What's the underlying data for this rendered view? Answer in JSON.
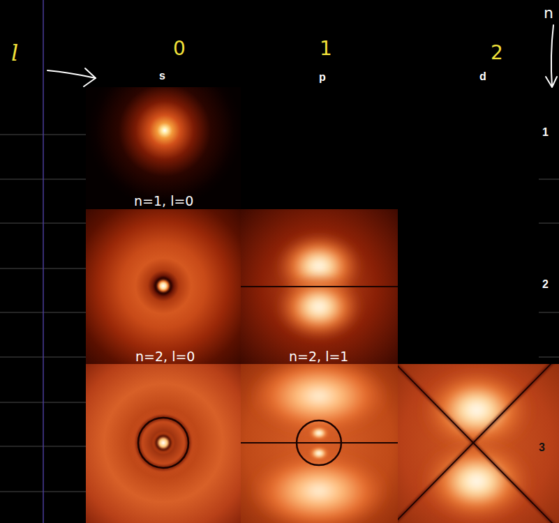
{
  "diagram": {
    "labels": [
      "l",
      "0",
      "1",
      "2",
      "n",
      "s",
      "p",
      "d",
      "1",
      "n=1, l=0",
      "2",
      "n=2, l=0",
      "n=2, l=1",
      "3"
    ]
  }
}
